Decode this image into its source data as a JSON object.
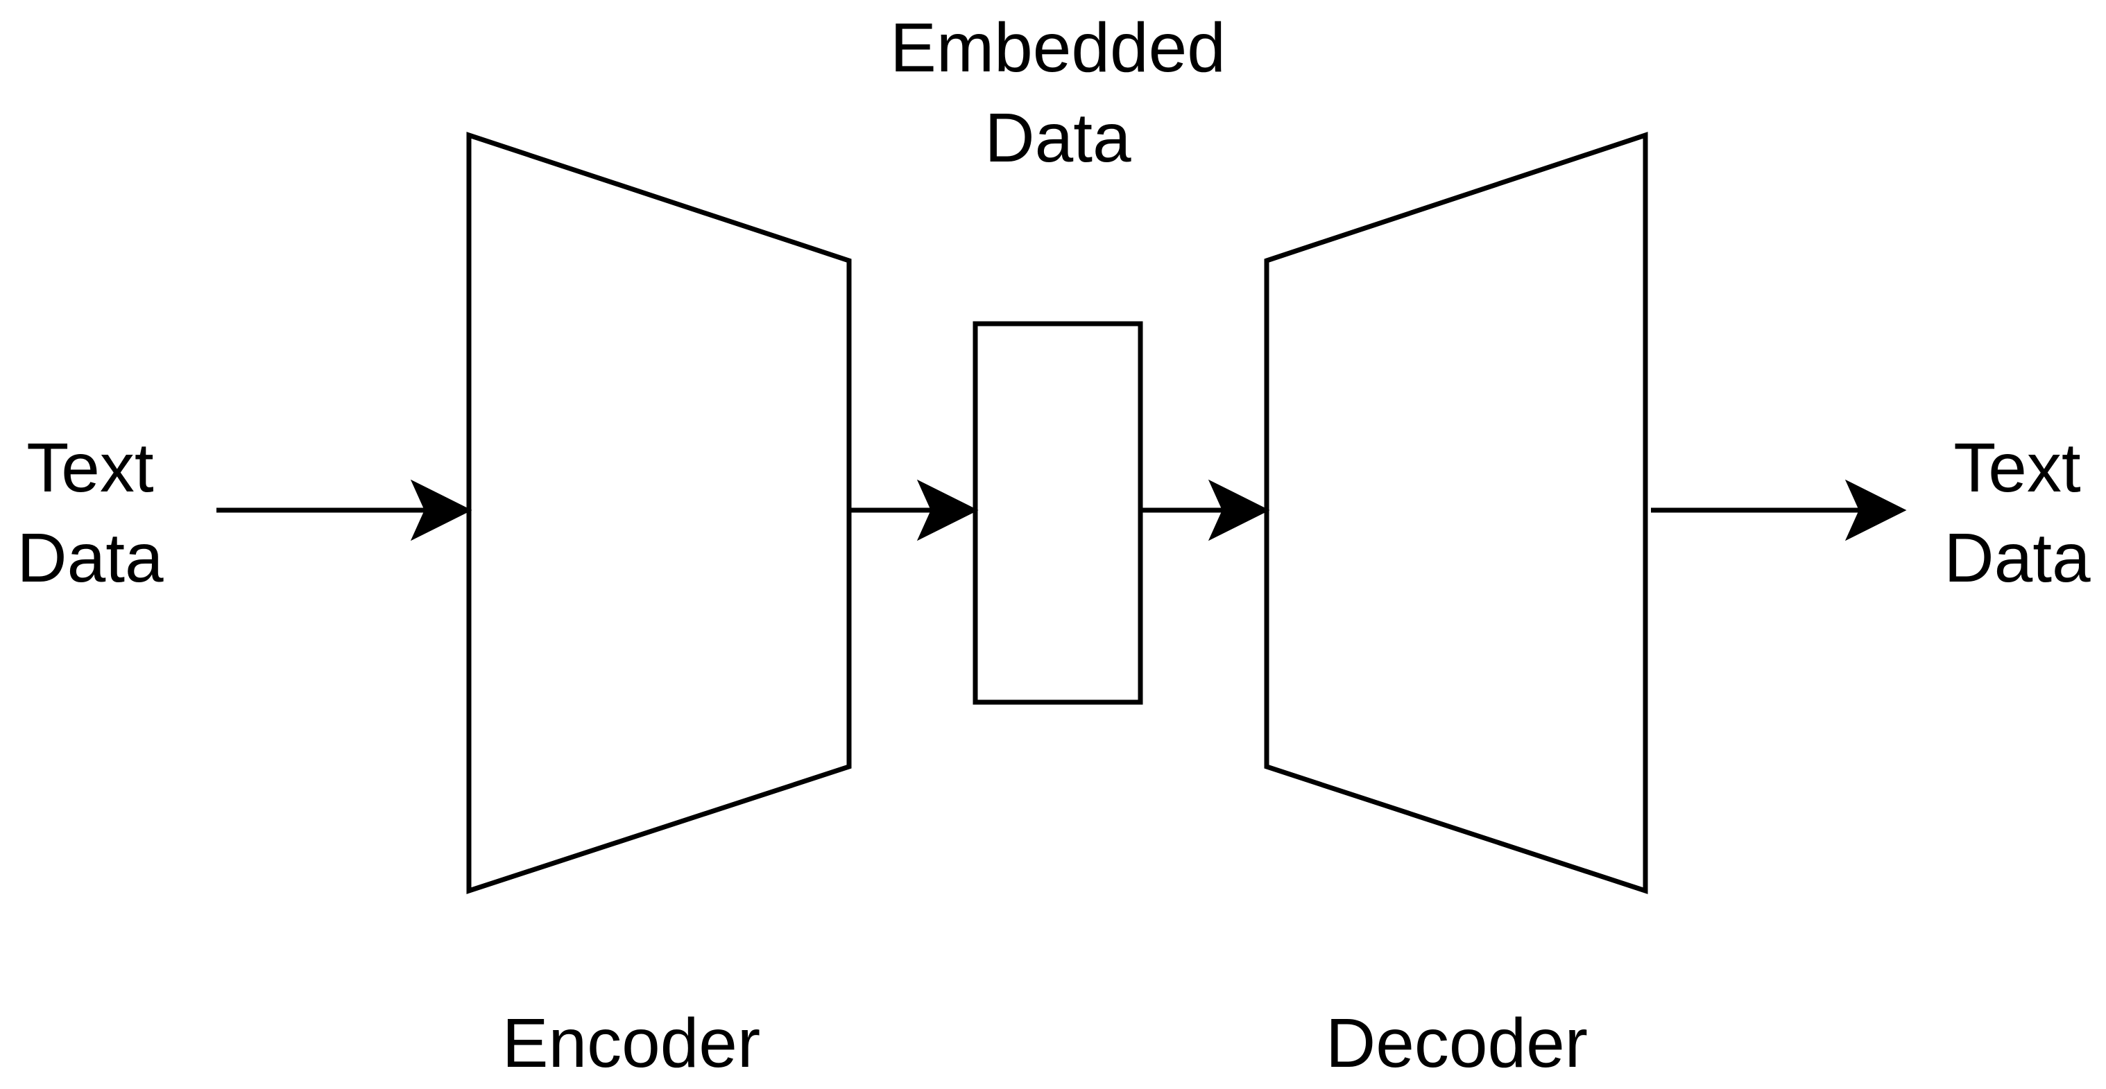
{
  "colors": {
    "stroke": "#000000",
    "background": "#ffffff"
  },
  "labels": {
    "input": {
      "line1": "Text",
      "line2": "Data"
    },
    "embedding": {
      "line1": "Embedded",
      "line2": "Data"
    },
    "output": {
      "line1": "Text",
      "line2": "Data"
    },
    "encoder": "Encoder",
    "decoder": "Decoder"
  },
  "nodes": [
    {
      "id": "encoder",
      "shape": "trapezoid-narrowing-right",
      "label": "Encoder"
    },
    {
      "id": "embedding",
      "shape": "rectangle",
      "label": "Embedded Data"
    },
    {
      "id": "decoder",
      "shape": "trapezoid-widening-right",
      "label": "Decoder"
    }
  ],
  "edges": [
    {
      "from": "input",
      "to": "encoder"
    },
    {
      "from": "encoder",
      "to": "embedding"
    },
    {
      "from": "embedding",
      "to": "decoder"
    },
    {
      "from": "decoder",
      "to": "output"
    }
  ]
}
